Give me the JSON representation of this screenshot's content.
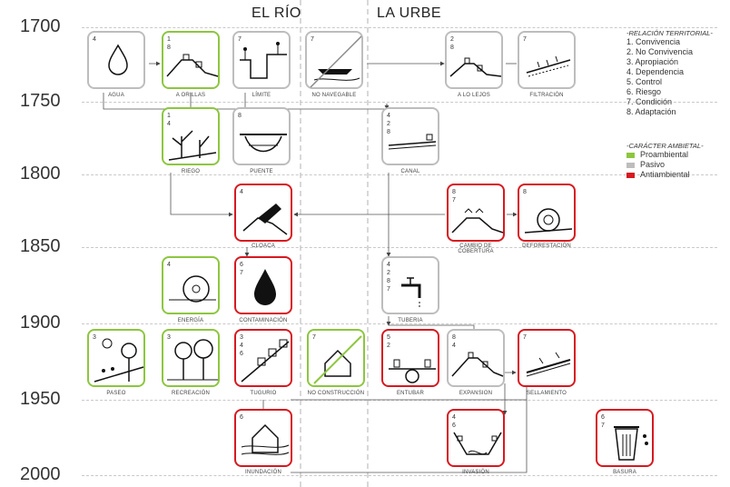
{
  "columns": {
    "rio": "EL RÍO",
    "urbe": "LA URBE"
  },
  "years": [
    "1700",
    "1750",
    "1800",
    "1850",
    "1900",
    "1950",
    "2000"
  ],
  "legend": {
    "relacion_title": "-RELACIÓN TERRITORIAL-",
    "relaciones": [
      "1. Convivencia",
      "2. No Convivencia",
      "3. Apropiación",
      "4. Dependencia",
      "5. Control",
      "6. Riesgo",
      "7. Condición",
      "8. Adaptación"
    ],
    "caracter_title": "-CARÁCTER AMBIETAL-",
    "caracter": [
      {
        "label": "Proambiental",
        "color": "#8dc63f"
      },
      {
        "label": "Pasivo",
        "color": "#bdbdbd"
      },
      {
        "label": "Antiambiental",
        "color": "#d71920"
      }
    ]
  },
  "cards": [
    {
      "id": "agua",
      "label": "AGUA",
      "nums": "4",
      "kind": "s"
    },
    {
      "id": "orillas",
      "label": "A ORILLAS",
      "nums": "1\n8",
      "kind": "g"
    },
    {
      "id": "limite",
      "label": "LÍMITE",
      "nums": "7",
      "kind": "s"
    },
    {
      "id": "nonav",
      "label": "NO NAVEGABLE",
      "nums": "7",
      "kind": "s"
    },
    {
      "id": "lejos",
      "label": "A LO LEJOS",
      "nums": "2\n8",
      "kind": "s"
    },
    {
      "id": "filtracion",
      "label": "FILTRACIÓN",
      "nums": "7",
      "kind": "s"
    },
    {
      "id": "riego",
      "label": "RIEGO",
      "nums": "1\n4",
      "kind": "g"
    },
    {
      "id": "puente",
      "label": "PUENTE",
      "nums": "8",
      "kind": "s"
    },
    {
      "id": "canal",
      "label": "CANAL",
      "nums": "4\n2\n8",
      "kind": "s"
    },
    {
      "id": "cloaca",
      "label": "CLOACA",
      "nums": "4",
      "kind": "r"
    },
    {
      "id": "cobertura",
      "label": "CAMBIO DE\nCOBERTURA",
      "nums": "8\n7",
      "kind": "r"
    },
    {
      "id": "deforestacion",
      "label": "DEFORESTACIÓN",
      "nums": "8",
      "kind": "r"
    },
    {
      "id": "energia",
      "label": "ENERGÍA",
      "nums": "4",
      "kind": "g"
    },
    {
      "id": "contaminacion",
      "label": "CONTAMINACIÓN",
      "nums": "6\n7",
      "kind": "r"
    },
    {
      "id": "tuberia",
      "label": "TUBERIA",
      "nums": "4\n2\n8\n7",
      "kind": "s"
    },
    {
      "id": "paseo",
      "label": "PASEO",
      "nums": "3",
      "kind": "g"
    },
    {
      "id": "recreacion",
      "label": "RECREACIÓN",
      "nums": "3",
      "kind": "g"
    },
    {
      "id": "tugurio",
      "label": "TUGURIO",
      "nums": "3\n4\n6",
      "kind": "r"
    },
    {
      "id": "noconstruccion",
      "label": "NO CONSTRUCCIÓN",
      "nums": "7",
      "kind": "g"
    },
    {
      "id": "entubar",
      "label": "ENTUBAR",
      "nums": "5\n2",
      "kind": "r"
    },
    {
      "id": "expansion",
      "label": "EXPANSION",
      "nums": "8\n4",
      "kind": "s"
    },
    {
      "id": "sellamiento",
      "label": "SELLAMIENTO",
      "nums": "7",
      "kind": "r"
    },
    {
      "id": "inundacion",
      "label": "INUNDACIÓN",
      "nums": "6",
      "kind": "r"
    },
    {
      "id": "invasion",
      "label": "INVASIÓN",
      "nums": "4\n6",
      "kind": "r"
    },
    {
      "id": "basura",
      "label": "BASURA",
      "nums": "6\n7",
      "kind": "r"
    }
  ]
}
